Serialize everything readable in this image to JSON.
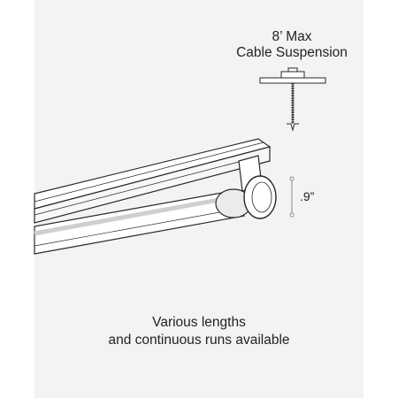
{
  "callout": {
    "line1": "8’ Max",
    "line2": "Cable Suspension"
  },
  "dimension": {
    "height_label": ".9”"
  },
  "caption": {
    "line1": "Various lengths",
    "line2": "and continuous runs available"
  },
  "colors": {
    "panel_background": "#f3f3f3",
    "stroke": "#2a2a2a",
    "fixture_body": "#ffffff",
    "shade": "#d9d9d9"
  }
}
